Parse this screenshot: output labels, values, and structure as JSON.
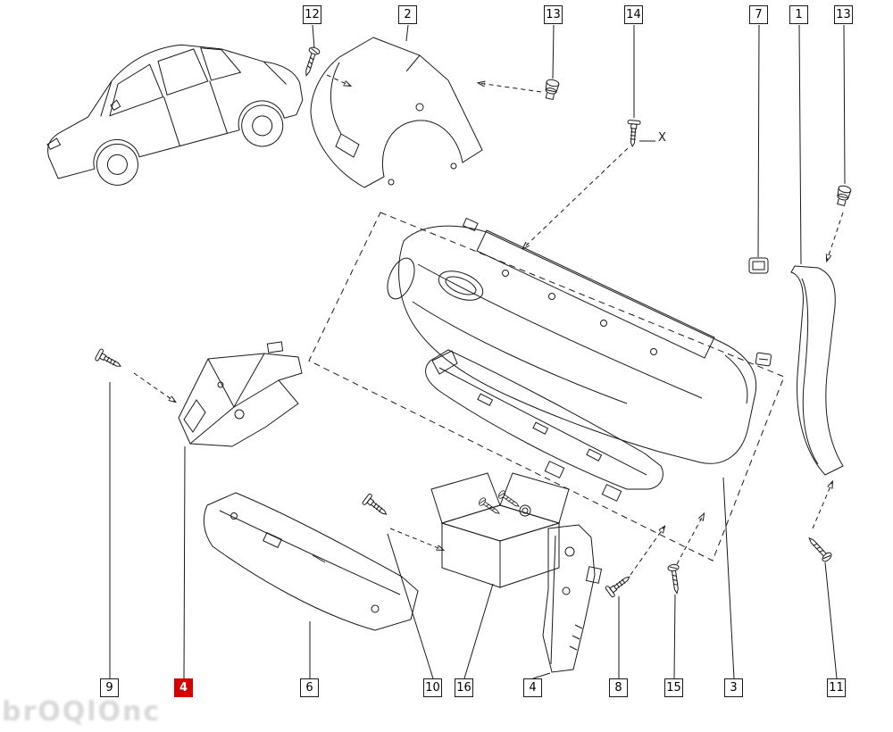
{
  "colors": {
    "line": "#1a1a1a",
    "highlight_box": "#d40000",
    "background": "#ffffff"
  },
  "labels": {
    "x_marker": "X"
  },
  "watermark": {
    "text": "brOQlOnc"
  },
  "callouts": [
    {
      "label": "12",
      "row": "top"
    },
    {
      "label": "2",
      "row": "top"
    },
    {
      "label": "13",
      "row": "top"
    },
    {
      "label": "14",
      "row": "top"
    },
    {
      "label": "7",
      "row": "top"
    },
    {
      "label": "1",
      "row": "top"
    },
    {
      "label": "13",
      "row": "top"
    },
    {
      "label": "9",
      "row": "bottom"
    },
    {
      "label": "4",
      "row": "bottom",
      "highlighted": true
    },
    {
      "label": "6",
      "row": "bottom"
    },
    {
      "label": "10",
      "row": "bottom"
    },
    {
      "label": "16",
      "row": "bottom"
    },
    {
      "label": "4",
      "row": "bottom"
    },
    {
      "label": "8",
      "row": "bottom"
    },
    {
      "label": "15",
      "row": "bottom"
    },
    {
      "label": "3",
      "row": "bottom"
    },
    {
      "label": "11",
      "row": "bottom"
    }
  ]
}
